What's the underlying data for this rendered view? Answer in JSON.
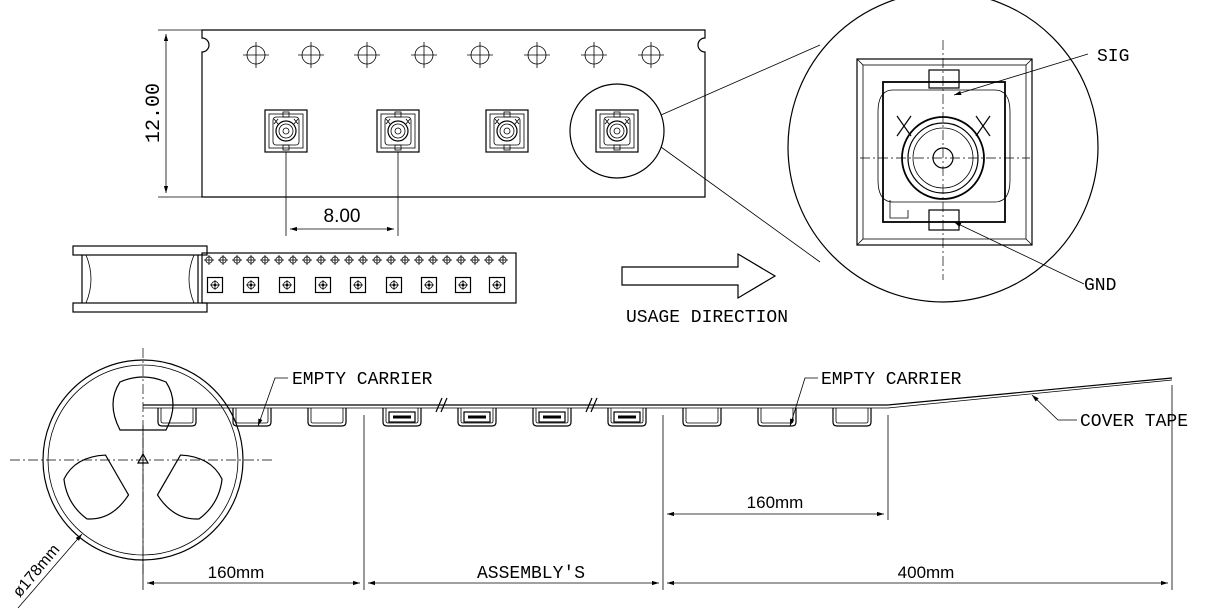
{
  "tape_view": {
    "height_dim": "12.00",
    "pitch_dim": "8.00"
  },
  "detail": {
    "sig_label": "SIG",
    "gnd_label": "GND"
  },
  "usage_direction": "USAGE DIRECTION",
  "reel_layout": {
    "empty_carrier_left": "EMPTY CARRIER",
    "empty_carrier_right": "EMPTY CARRIER",
    "cover_tape": "COVER TAPE",
    "reel_diameter": "ø178mm",
    "dim_leader": "160mm",
    "dim_assemblies": "ASSEMBLY'S",
    "dim_trailer": "400mm",
    "dim_empty_trailer": "160mm"
  }
}
